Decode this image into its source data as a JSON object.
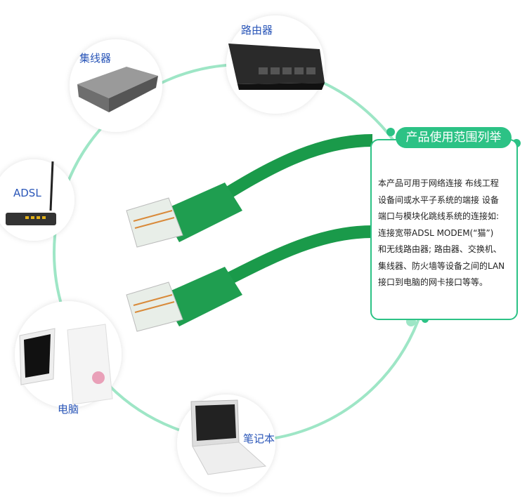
{
  "devices": {
    "router": "路由器",
    "hub": "集线器",
    "adsl": "ADSL",
    "pc": "电脑",
    "laptop": "笔记本"
  },
  "card": {
    "title": "产品使用范围列举",
    "lines": [
      "本产品可用于网络连接 布线工程",
      "设备间或水平子系统的端接 设备",
      "端口与模块化跳线系统的连接如:",
      "连接宽带ADSL MODEM(“猫”)",
      "和无线路由器; 路由器、交换机、",
      "集线器、防火墙等设备之间的LAN",
      "接口到电脑的网卡接口等等。"
    ]
  },
  "colors": {
    "accent": "#2cc285",
    "ring": "#9ee6c6",
    "cable": "#1a9a4a",
    "label": "#2a56b8"
  }
}
